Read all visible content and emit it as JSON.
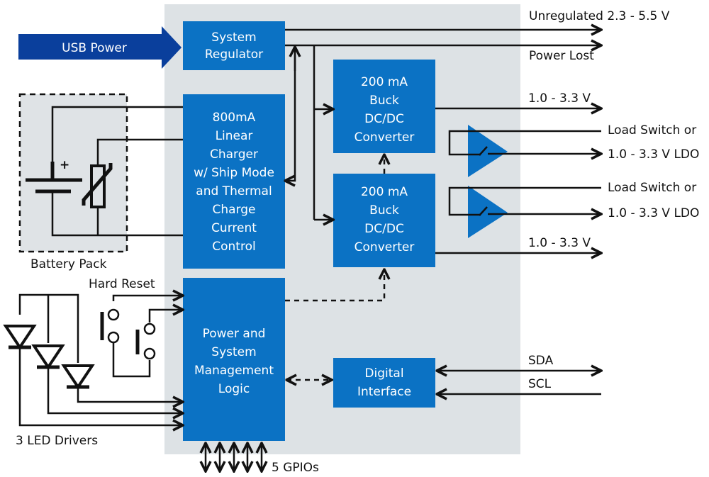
{
  "diagram": {
    "usb_input": "USB Power",
    "blocks": {
      "system_regulator": [
        "System",
        "Regulator"
      ],
      "linear_charger": [
        "800mA",
        "Linear",
        "Charger",
        "w/ Ship Mode",
        "and Thermal",
        "Charge",
        "Current",
        "Control"
      ],
      "buck_1": [
        "200 mA",
        "Buck",
        "DC/DC",
        "Converter"
      ],
      "buck_2": [
        "200 mA",
        "Buck",
        "DC/DC",
        "Converter"
      ],
      "power_logic": [
        "Power and",
        "System",
        "Management",
        "Logic"
      ],
      "digital_interface": [
        "Digital",
        "Interface"
      ]
    },
    "outputs": {
      "unregulated": "Unregulated 2.3 - 5.5 V",
      "power_lost": "Power Lost",
      "buck1_out": "1.0 - 3.3 V",
      "ldo1_line1": "Load Switch or",
      "ldo1_line2": "1.0 - 3.3 V LDO",
      "ldo2_line1": "Load Switch or",
      "ldo2_line2": "1.0 - 3.3 V LDO",
      "buck2_out": "1.0 - 3.3 V",
      "sda": "SDA",
      "scl": "SCL"
    },
    "left_labels": {
      "battery_pack": "Battery Pack",
      "battery_plus": "+",
      "hard_reset": "Hard Reset",
      "led_drivers": "3 LED Drivers",
      "gpios": "5 GPIOs"
    },
    "colors": {
      "block_blue": "#0b72c4",
      "usb_arrow_blue": "#0a3f9c",
      "chip_background": "#dde2e5",
      "battery_background": "#dfe3e6"
    }
  }
}
